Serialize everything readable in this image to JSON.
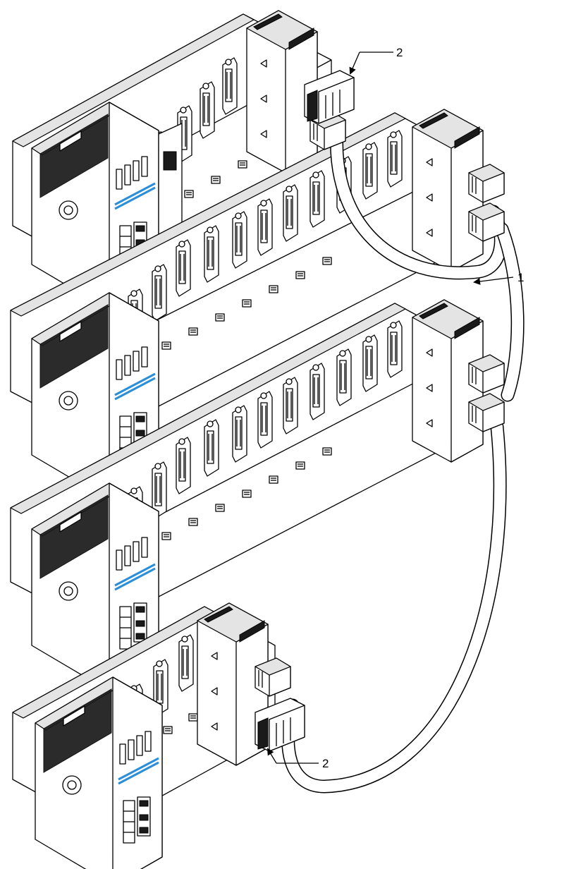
{
  "callouts": [
    {
      "id": "extension-cable",
      "label": "1"
    },
    {
      "id": "terminator-top",
      "label": "2"
    },
    {
      "id": "terminator-bottom",
      "label": "2"
    }
  ],
  "colors": {
    "line": "#000000",
    "accent_stripe": "#2a8fd8",
    "background": "#ffffff"
  }
}
